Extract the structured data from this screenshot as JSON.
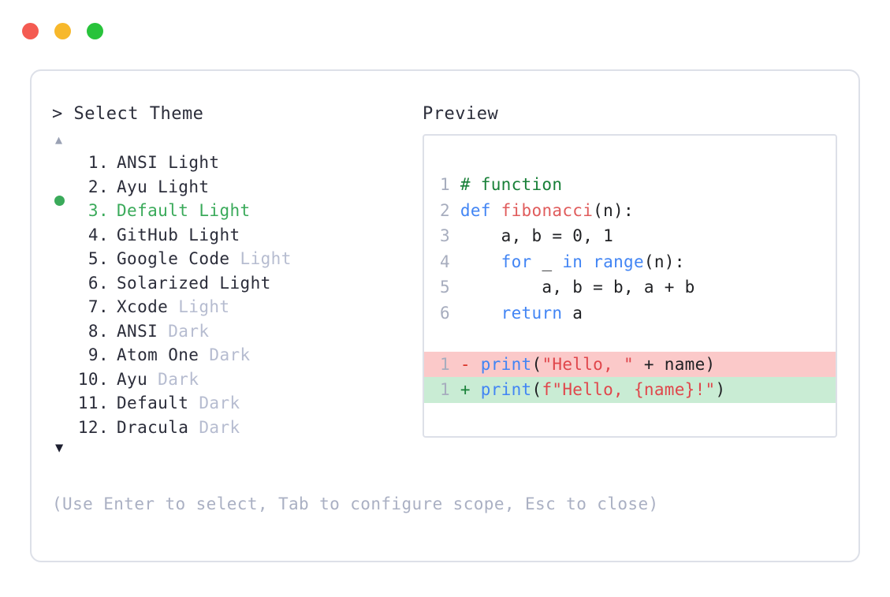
{
  "window": {
    "dots": [
      {
        "name": "close",
        "color": "#f45b52"
      },
      {
        "name": "minimize",
        "color": "#f7b82b"
      },
      {
        "name": "maximize",
        "color": "#28c33b"
      }
    ]
  },
  "prompt": {
    "symbol": ">",
    "text": "Select Theme",
    "full": "> Select Theme"
  },
  "scroll": {
    "up_glyph": "▲",
    "down_glyph": "▼"
  },
  "selection": {
    "selected_index": 3,
    "marker_glyph": "●",
    "accent_color": "#3aaa5a"
  },
  "themes": [
    {
      "index": "1",
      "dot": ".",
      "name": "ANSI",
      "variant": "Light",
      "variant_muted": false,
      "selected": false
    },
    {
      "index": "2",
      "dot": ".",
      "name": "Ayu",
      "variant": "Light",
      "variant_muted": false,
      "selected": false
    },
    {
      "index": "3",
      "dot": ".",
      "name": "Default",
      "variant": "Light",
      "variant_muted": false,
      "selected": true
    },
    {
      "index": "4",
      "dot": ".",
      "name": "GitHub",
      "variant": "Light",
      "variant_muted": false,
      "selected": false
    },
    {
      "index": "5",
      "dot": ".",
      "name": "Google Code",
      "variant": "Light",
      "variant_muted": true,
      "selected": false
    },
    {
      "index": "6",
      "dot": ".",
      "name": "Solarized",
      "variant": "Light",
      "variant_muted": false,
      "selected": false
    },
    {
      "index": "7",
      "dot": ".",
      "name": "Xcode",
      "variant": "Light",
      "variant_muted": true,
      "selected": false
    },
    {
      "index": "8",
      "dot": ".",
      "name": "ANSI",
      "variant": "Dark",
      "variant_muted": true,
      "selected": false
    },
    {
      "index": "9",
      "dot": ".",
      "name": "Atom One",
      "variant": "Dark",
      "variant_muted": true,
      "selected": false
    },
    {
      "index": "10",
      "dot": ".",
      "name": "Ayu",
      "variant": "Dark",
      "variant_muted": true,
      "selected": false
    },
    {
      "index": "11",
      "dot": ".",
      "name": "Default",
      "variant": "Dark",
      "variant_muted": true,
      "selected": false
    },
    {
      "index": "12",
      "dot": ".",
      "name": "Dracula",
      "variant": "Dark",
      "variant_muted": true,
      "selected": false
    }
  ],
  "preview": {
    "heading": "Preview",
    "code_lines": [
      {
        "lineno": "1",
        "tokens": [
          {
            "text": "# function",
            "type": "comment"
          }
        ]
      },
      {
        "lineno": "2",
        "tokens": [
          {
            "text": "def ",
            "type": "keyword"
          },
          {
            "text": "fibonacci",
            "type": "func"
          },
          {
            "text": "(n):",
            "type": "punct"
          }
        ]
      },
      {
        "lineno": "3",
        "tokens": [
          {
            "text": "    a, b = ",
            "type": "plain"
          },
          {
            "text": "0",
            "type": "num"
          },
          {
            "text": ", ",
            "type": "plain"
          },
          {
            "text": "1",
            "type": "num"
          }
        ]
      },
      {
        "lineno": "4",
        "tokens": [
          {
            "text": "    ",
            "type": "plain"
          },
          {
            "text": "for",
            "type": "keyword"
          },
          {
            "text": " _ ",
            "type": "plain"
          },
          {
            "text": "in",
            "type": "keyword"
          },
          {
            "text": " ",
            "type": "plain"
          },
          {
            "text": "range",
            "type": "keyword"
          },
          {
            "text": "(n):",
            "type": "punct"
          }
        ]
      },
      {
        "lineno": "5",
        "tokens": [
          {
            "text": "        a, b = b, a + b",
            "type": "plain"
          }
        ]
      },
      {
        "lineno": "6",
        "tokens": [
          {
            "text": "    ",
            "type": "plain"
          },
          {
            "text": "return",
            "type": "keyword"
          },
          {
            "text": " a",
            "type": "plain"
          }
        ]
      }
    ],
    "diff_lines": [
      {
        "lineno": "1",
        "sign": "-",
        "kind": "removed",
        "tokens": [
          {
            "text": "print",
            "type": "keyword"
          },
          {
            "text": "(",
            "type": "punct"
          },
          {
            "text": "\"Hello, \"",
            "type": "string"
          },
          {
            "text": " + name)",
            "type": "plain"
          }
        ]
      },
      {
        "lineno": "1",
        "sign": "+",
        "kind": "added",
        "tokens": [
          {
            "text": "print",
            "type": "keyword"
          },
          {
            "text": "(",
            "type": "punct"
          },
          {
            "text": "f\"Hello, {name}!\"",
            "type": "string"
          },
          {
            "text": ")",
            "type": "punct"
          }
        ]
      }
    ]
  },
  "help": {
    "text": "(Use Enter to select, Tab to configure scope, Esc to close)"
  }
}
